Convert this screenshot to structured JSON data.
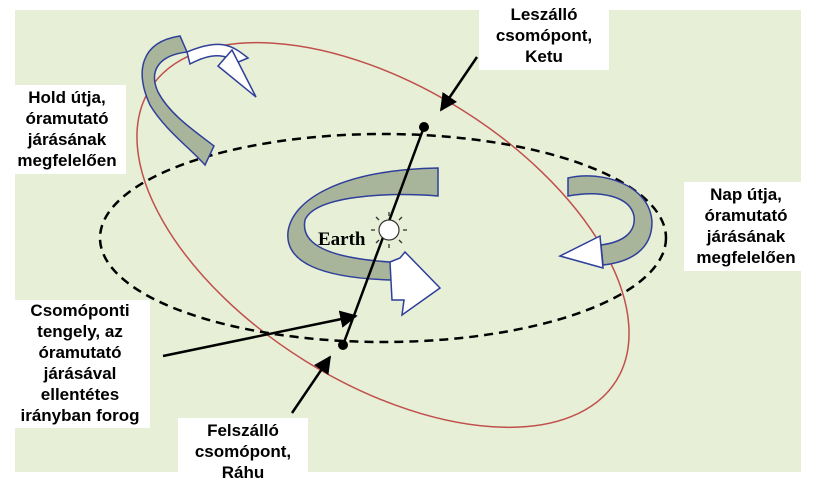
{
  "colors": {
    "panel_background": "#e7efd6",
    "moon_orbit": "#c0504d",
    "sun_orbit": "#000000",
    "arrow_fill": "#a9b59a",
    "arrow_stroke": "#2f3f9a"
  },
  "labels": {
    "descending_node": [
      "Leszálló",
      "csomópont,",
      "Ketu"
    ],
    "moon_path": [
      "Hold útja,",
      "óramutató",
      "járásának",
      "megfelelően"
    ],
    "sun_path": [
      "Nap útja,",
      "óramutató",
      "járásának",
      "megfelelően"
    ],
    "nodal_axis": [
      "Csomóponti",
      "tengely, az",
      "óramutató",
      "járásával",
      "ellentétes",
      "irányban forog"
    ],
    "ascending_node": [
      "Felszálló",
      "csomópont,",
      "Ráhu"
    ]
  },
  "center": {
    "earth_label": "Earth",
    "sun_icon": "sun-icon"
  }
}
